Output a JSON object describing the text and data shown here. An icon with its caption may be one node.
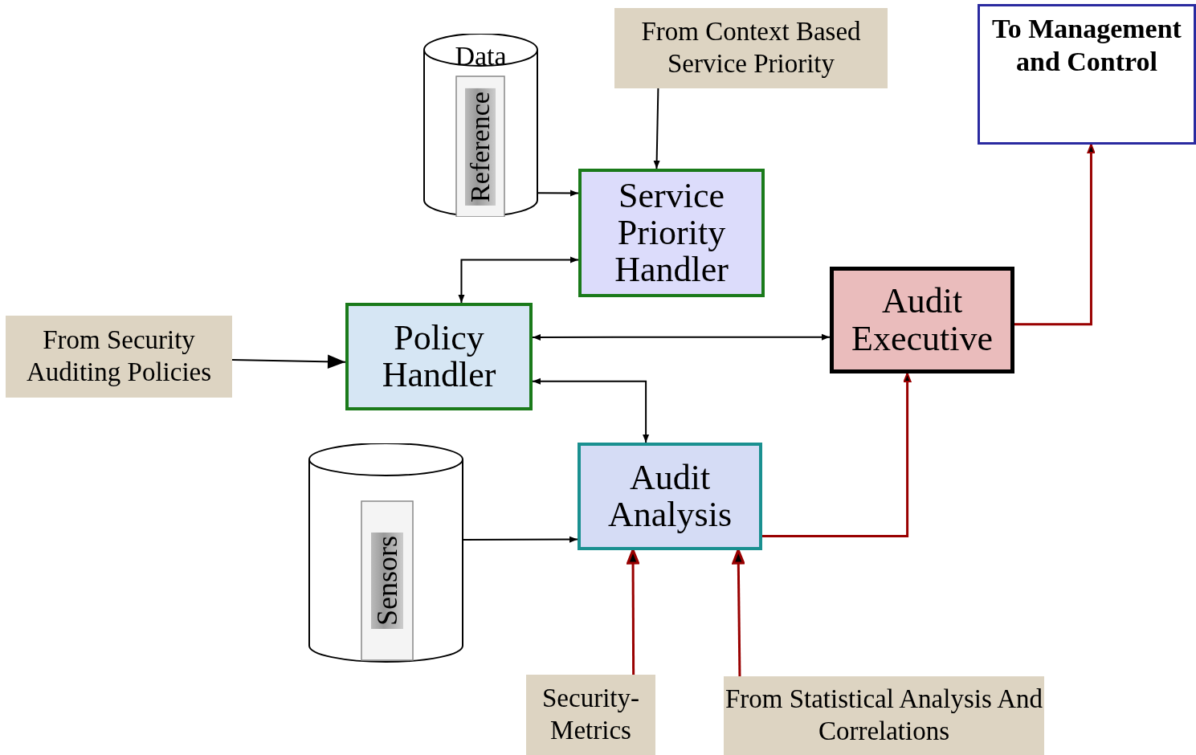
{
  "diagram": {
    "nodes": [
      {
        "text": [
          "Data",
          "Reference"
        ]
      },
      {
        "text": [
          "From Context Based Service Priority"
        ]
      },
      {
        "text": [
          "To Management and Control"
        ]
      },
      {
        "text": [
          "Service Priority Handler"
        ]
      },
      {
        "text": [
          "From Security Auditing Policies"
        ]
      },
      {
        "text": [
          "Policy Handler"
        ]
      },
      {
        "text": [
          "Audit Executive"
        ]
      },
      {
        "text": [
          "Sensors"
        ]
      },
      {
        "text": [
          "Audit Analysis"
        ]
      },
      {
        "text": [
          "Security-Metrics"
        ]
      },
      {
        "text": [
          "From Statistical Analysis And Correlations"
        ]
      }
    ],
    "edges": [
      {
        "from": 0,
        "to": 3,
        "arrow": "to"
      },
      {
        "from": 1,
        "to": 3,
        "arrow": "to"
      },
      {
        "from": 3,
        "to": 5,
        "arrow": "both"
      },
      {
        "from": 4,
        "to": 5,
        "arrow": "to"
      },
      {
        "from": 5,
        "to": 6,
        "arrow": "both"
      },
      {
        "from": 5,
        "to": 8,
        "arrow": "both"
      },
      {
        "from": 7,
        "to": 8,
        "arrow": "to"
      },
      {
        "from": 8,
        "to": 6,
        "arrow": "to",
        "color": "#990000"
      },
      {
        "from": 6,
        "to": 2,
        "arrow": "to",
        "color": "#990000"
      },
      {
        "from": 9,
        "to": 8,
        "arrow": "to",
        "color": "#990000"
      },
      {
        "from": 10,
        "to": 8,
        "arrow": "to",
        "color": "#990000"
      }
    ]
  }
}
